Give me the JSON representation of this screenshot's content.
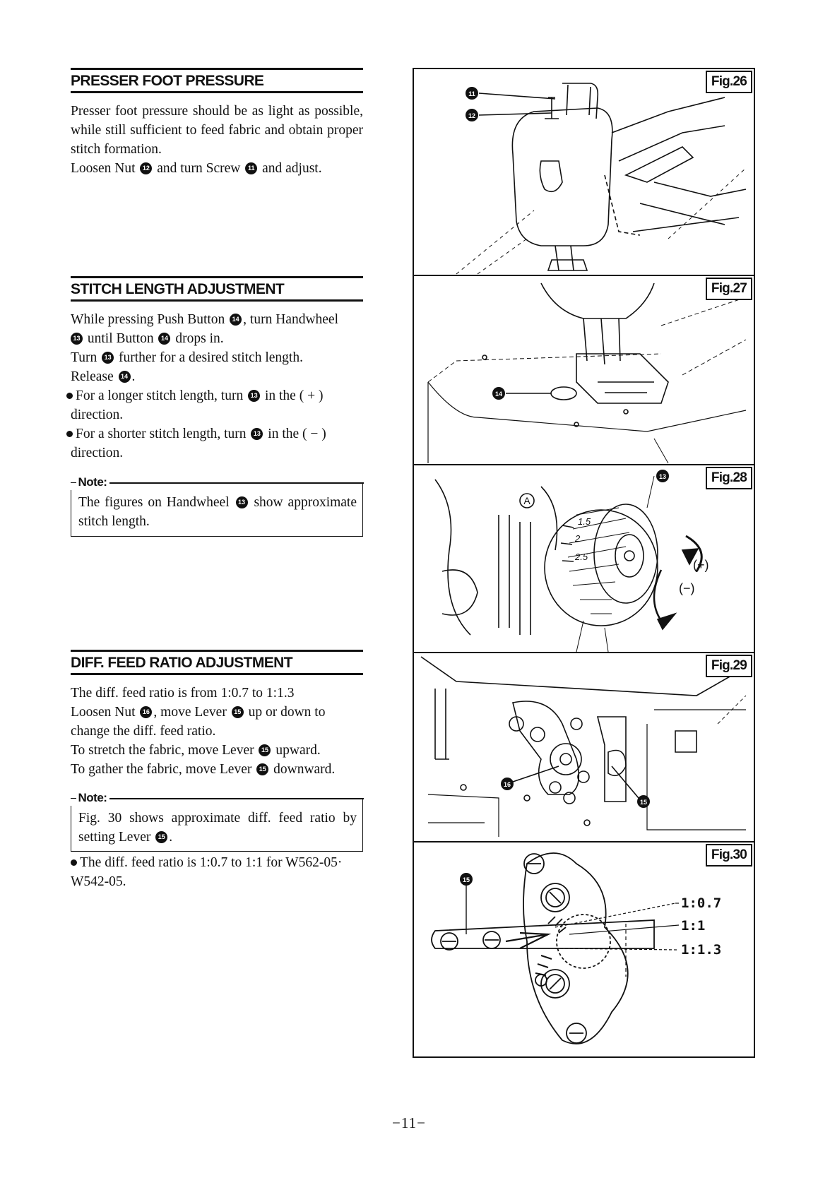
{
  "sections": {
    "presser": {
      "title": "PRESSER FOOT PRESSURE",
      "p1": "Presser foot pressure should be as light as possible, while still sufficient to feed fabric and obtain proper stitch formation.",
      "p2a": "Loosen Nut",
      "p2b": "and turn Screw",
      "p2c": "and adjust.",
      "nut_ref": "12",
      "screw_ref": "11"
    },
    "stitch": {
      "title": "STITCH LENGTH ADJUSTMENT",
      "l1a": "While pressing Push Button",
      "l1b": ", turn Handwheel",
      "l2a": "until Button",
      "l2b": "drops in.",
      "l3a": "Turn",
      "l3b": "further for a desired stitch length.",
      "l4": "Release",
      "b1a": "For a longer stitch length, turn",
      "b1b": "in the ( + )",
      "b1c": "direction.",
      "b2a": "For a shorter stitch length, turn",
      "b2b": "in the ( − )",
      "b2c": "direction.",
      "button_ref": "14",
      "wheel_ref": "13",
      "note_label": "Note:",
      "note_a": "The figures on Handwheel",
      "note_b": "show approximate stitch length."
    },
    "diff": {
      "title": "DIFF. FEED RATIO ADJUSTMENT",
      "l1": "The diff. feed ratio is from 1:0.7 to 1:1.3",
      "l2a": "Loosen Nut",
      "l2b": ", move Lever",
      "l2c": "up or down to",
      "l3": "change the diff. feed ratio.",
      "l4a": "To stretch the fabric, move Lever",
      "l4b": "upward.",
      "l5a": "To gather the fabric, move Lever",
      "l5b": "downward.",
      "nut_ref": "16",
      "lever_ref": "15",
      "note_label": "Note:",
      "note_a": "Fig. 30 shows approximate diff. feed ratio by setting Lever",
      "note_b": ".",
      "b1": "The diff. feed ratio is 1:0.7 to 1:1 for W562-05·",
      "b1b": "W542-05."
    }
  },
  "figures": {
    "fig26": {
      "label": "Fig.26",
      "callouts": [
        "11",
        "12"
      ]
    },
    "fig27": {
      "label": "Fig.27",
      "callouts": [
        "14"
      ]
    },
    "fig28": {
      "label": "Fig.28",
      "callout": "13",
      "marker": "A",
      "ticks": [
        "1.5",
        "2",
        "2.5"
      ],
      "plus": "(+)",
      "minus": "(−)"
    },
    "fig29": {
      "label": "Fig.29",
      "callouts": [
        "16",
        "15"
      ]
    },
    "fig30": {
      "label": "Fig.30",
      "callout": "15",
      "ratios": [
        "1:0.7",
        "1:1",
        "1:1.3"
      ]
    }
  },
  "page_number": "−11−"
}
